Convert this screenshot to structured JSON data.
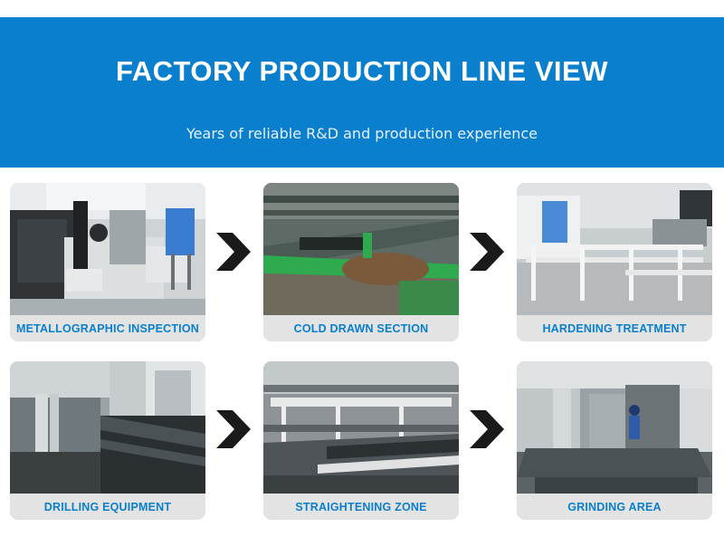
{
  "header": {
    "title": "FACTORY PRODUCTION LINE VIEW",
    "subtitle": "Years of reliable R&D and production experience"
  },
  "colors": {
    "brand_blue": "#0a7fce",
    "caption_bg": "#e3e3e3",
    "arrow": "#1a1a1a"
  },
  "steps": [
    {
      "label": "METALLOGRAPHIC INSPECTION",
      "photo_icon": "microscope-lab-photo"
    },
    {
      "label": "COLD DRAWN SECTION",
      "photo_icon": "conveyor-line-photo"
    },
    {
      "label": "HARDENING TREATMENT",
      "photo_icon": "furnace-rack-photo"
    },
    {
      "label": "DRILLING EQUIPMENT",
      "photo_icon": "drill-roller-photo"
    },
    {
      "label": "STRAIGHTENING ZONE",
      "photo_icon": "steel-bars-photo"
    },
    {
      "label": "GRINDING AREA",
      "photo_icon": "grinding-machine-photo"
    }
  ],
  "flow_icon": "chevron-right-icon"
}
